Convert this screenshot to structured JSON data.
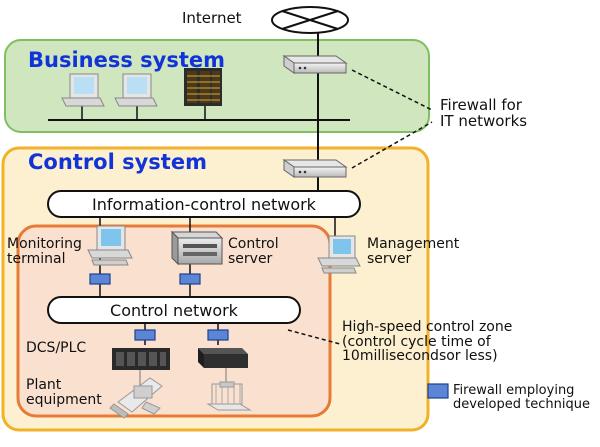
{
  "internet": {
    "label": "Internet"
  },
  "business_system": {
    "title": "Business system"
  },
  "control_system": {
    "title": "Control system"
  },
  "networks": {
    "info_control": "Information-control network",
    "control": "Control network"
  },
  "labels": {
    "firewall_it": [
      "Firewall for",
      "IT networks"
    ],
    "monitoring_terminal": [
      "Monitoring",
      "terminal"
    ],
    "control_server": [
      "Control",
      "server"
    ],
    "management_server": [
      "Management",
      "server"
    ],
    "high_speed_zone": [
      "High-speed control zone",
      "(control cycle time of",
      "10millisecondsor less)"
    ],
    "dcs_plc": "DCS/PLC",
    "plant_equipment": [
      "Plant",
      "equipment"
    ]
  },
  "legend": {
    "firewall_developed": [
      "Firewall employing",
      "developed technique"
    ]
  },
  "colors": {
    "business_fill": "#cfe6bf",
    "business_border": "#7fbf61",
    "control_fill": "#fdf0d0",
    "control_border": "#f1b229",
    "hs_fill": "#f9e0cf",
    "hs_border": "#e57b37",
    "title_blue": "#1034d8",
    "firewall_blue": "#5b86d6"
  }
}
